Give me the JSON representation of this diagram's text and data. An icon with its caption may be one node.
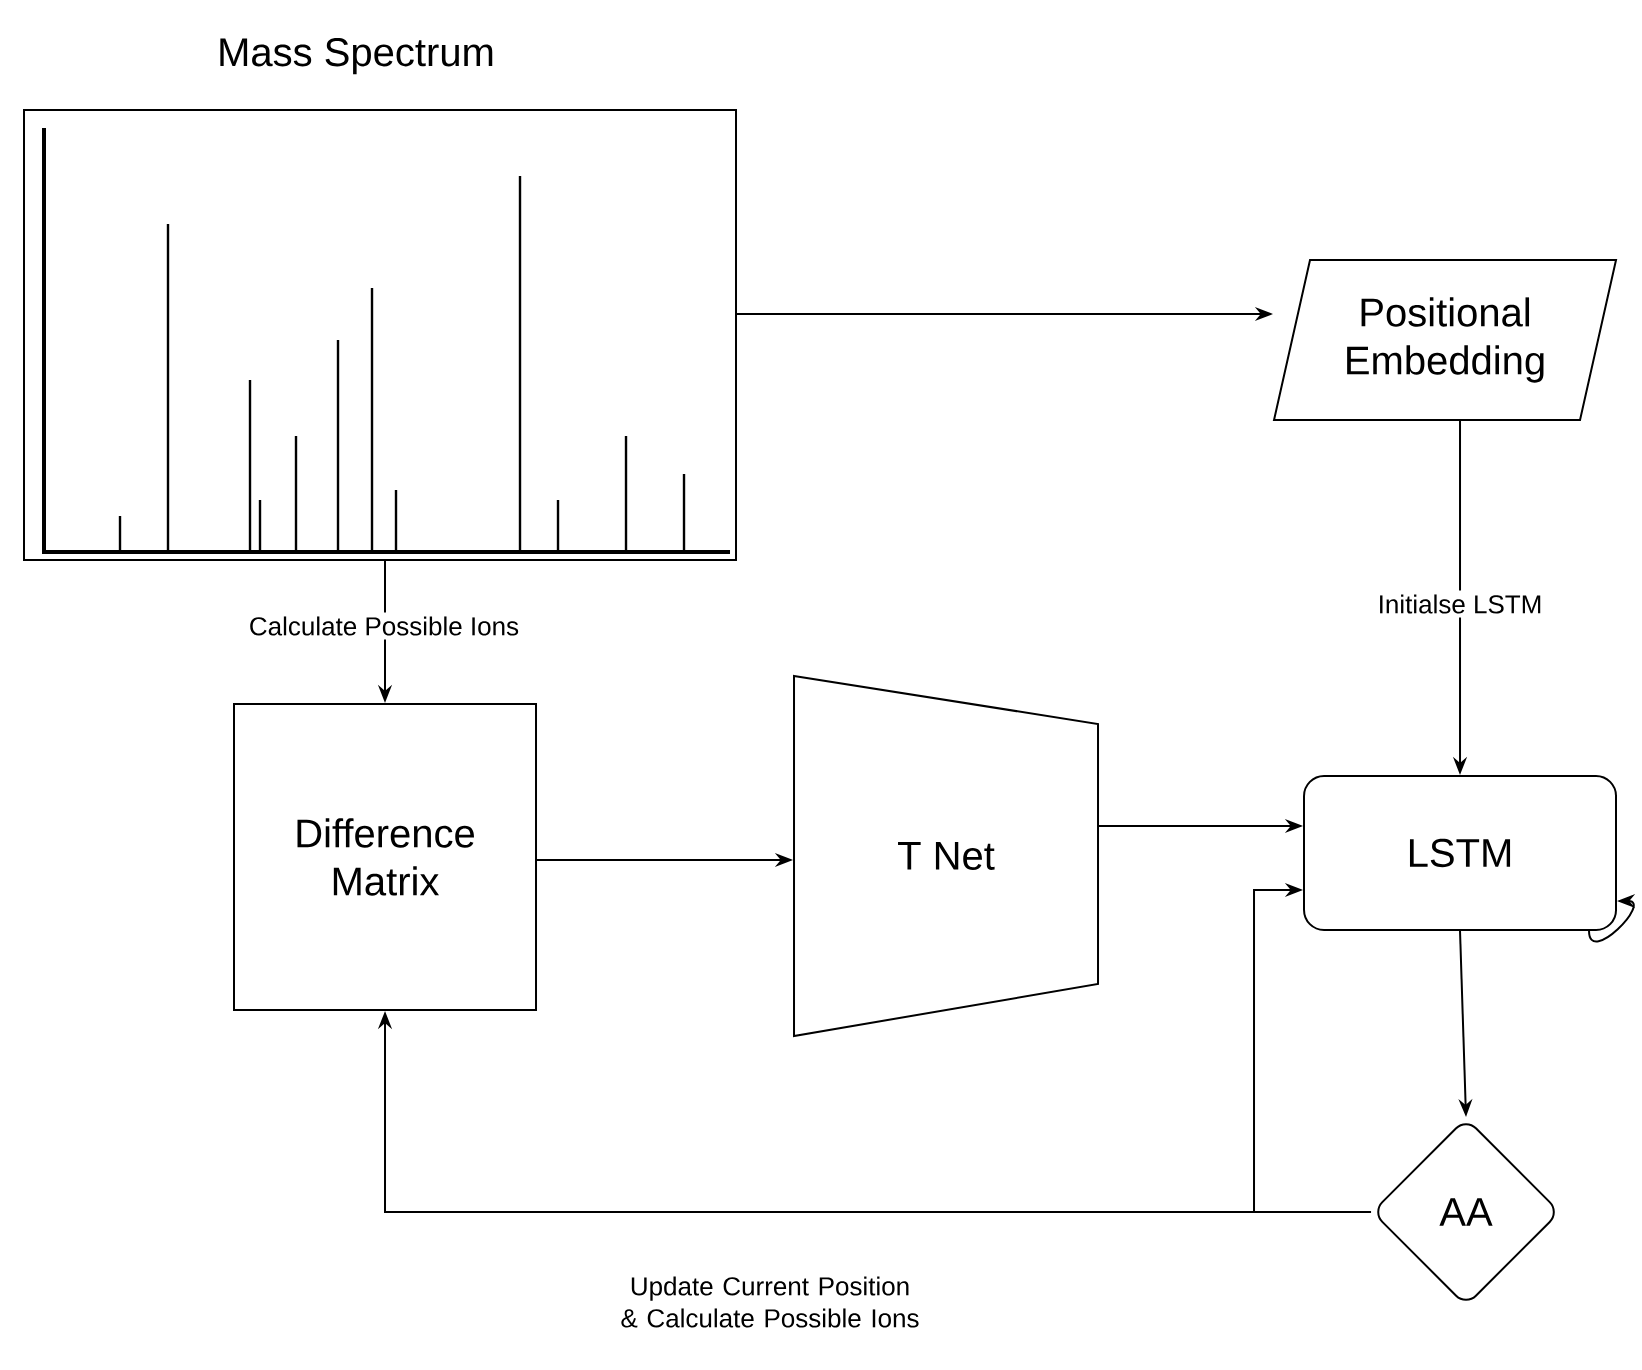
{
  "diagram": {
    "nodes": [
      {
        "text": [
          "Mass Spectrum"
        ]
      },
      {
        "text": [
          "Positional Embedding"
        ]
      },
      {
        "text": [
          "Difference Matrix"
        ]
      },
      {
        "text": [
          "T Net"
        ]
      },
      {
        "text": [
          "LSTM"
        ]
      },
      {
        "text": [
          "AA"
        ]
      }
    ],
    "edges": [
      {
        "from": 0,
        "to": 1,
        "arrow": "to"
      },
      {
        "from": 0,
        "to": 2,
        "arrow": "to",
        "label": "Calculate Possible Ions"
      },
      {
        "from": 1,
        "to": 4,
        "arrow": "to",
        "label": "Initialse LSTM"
      },
      {
        "from": 2,
        "to": 3,
        "arrow": "to"
      },
      {
        "from": 3,
        "to": 4,
        "arrow": "to"
      },
      {
        "from": 4,
        "to": 5,
        "arrow": "to"
      },
      {
        "from": 5,
        "to": 2,
        "arrow": "to",
        "label": "Update Current Position & Calculate Possible Ions"
      },
      {
        "from": 5,
        "to": 4,
        "arrow": "to"
      },
      {
        "from": 4,
        "to": 4,
        "arrow": "to"
      }
    ]
  }
}
